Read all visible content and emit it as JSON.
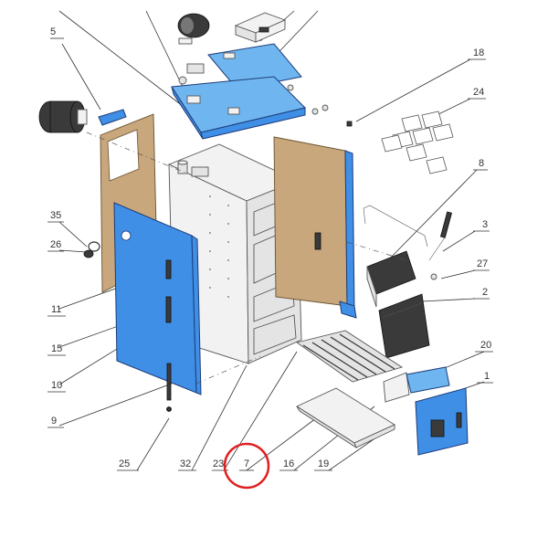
{
  "colors": {
    "panel_blue": "#3f8fe6",
    "insulation": "#c7a77b",
    "highlight_circle": "#e02020"
  },
  "labels": [
    {
      "id": "5",
      "text": "5"
    },
    {
      "id": "18",
      "text": "18"
    },
    {
      "id": "24",
      "text": "24"
    },
    {
      "id": "8",
      "text": "8"
    },
    {
      "id": "35",
      "text": "35"
    },
    {
      "id": "26",
      "text": "26"
    },
    {
      "id": "3",
      "text": "3"
    },
    {
      "id": "27",
      "text": "27"
    },
    {
      "id": "2",
      "text": "2"
    },
    {
      "id": "11",
      "text": "11"
    },
    {
      "id": "15",
      "text": "15"
    },
    {
      "id": "10",
      "text": "10"
    },
    {
      "id": "20",
      "text": "20"
    },
    {
      "id": "1",
      "text": "1"
    },
    {
      "id": "9",
      "text": "9"
    },
    {
      "id": "25",
      "text": "25"
    },
    {
      "id": "32",
      "text": "32"
    },
    {
      "id": "23",
      "text": "23"
    },
    {
      "id": "7",
      "text": "7"
    },
    {
      "id": "16",
      "text": "16"
    },
    {
      "id": "19",
      "text": "19"
    }
  ],
  "highlighted_label": "7"
}
